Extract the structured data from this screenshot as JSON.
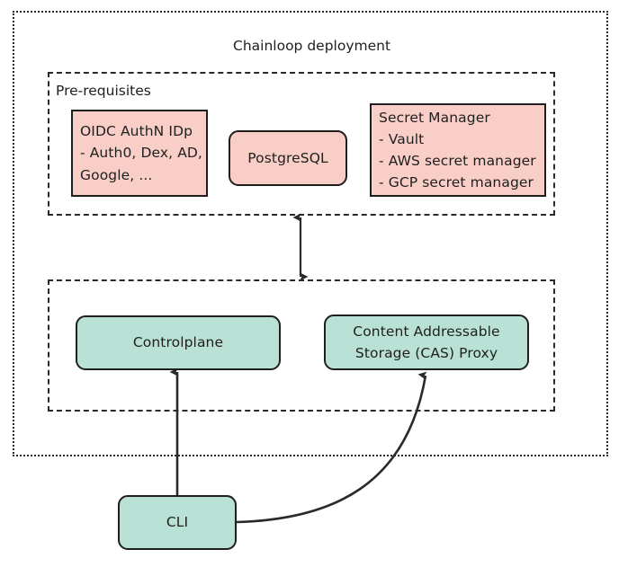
{
  "diagram": {
    "title": "Chainloop deployment",
    "groups": [
      {
        "id": "outer",
        "label": "Chainloop deployment",
        "border_style": "dotted"
      },
      {
        "id": "prerequisites",
        "label": "Pre-requisites",
        "border_style": "dashed"
      },
      {
        "id": "services",
        "label": "",
        "border_style": "dashed"
      }
    ],
    "nodes": {
      "oidc": {
        "lines": [
          "OIDC AuthN IDp",
          "- Auth0, Dex, AD,",
          "Google, ..."
        ],
        "color": "#f8cec6",
        "shape": "rect"
      },
      "postgresql": {
        "lines": [
          "PostgreSQL"
        ],
        "color": "#f8cec6",
        "shape": "rounded-rect"
      },
      "secret_manager": {
        "lines": [
          "Secret Manager",
          "- Vault",
          "- AWS secret manager",
          "- GCP secret manager"
        ],
        "color": "#f8cec6",
        "shape": "rect"
      },
      "controlplane": {
        "lines": [
          "Controlplane"
        ],
        "color": "#b9e1d5",
        "shape": "rounded-rect"
      },
      "cas_proxy": {
        "lines": [
          "Content Addressable",
          "Storage (CAS) Proxy"
        ],
        "color": "#b9e1d5",
        "shape": "rounded-rect"
      },
      "cli": {
        "lines": [
          "CLI"
        ],
        "color": "#b9e1d5",
        "shape": "rounded-rect"
      }
    },
    "connectors": [
      {
        "id": "prereq-services",
        "from": "prerequisites",
        "to": "services",
        "style": "straight",
        "arrows": "both"
      },
      {
        "id": "cli-controlplane",
        "from": "cli",
        "to": "controlplane",
        "style": "straight",
        "arrows": "end"
      },
      {
        "id": "cli-cas",
        "from": "cli",
        "to": "cas_proxy",
        "style": "curved",
        "arrows": "end"
      }
    ],
    "colors": {
      "pink": "#f8cec6",
      "green": "#b9e1d5",
      "stroke": "#1f1f1f",
      "group_stroke": "#2a2a2a",
      "background": "#ffffff"
    }
  }
}
